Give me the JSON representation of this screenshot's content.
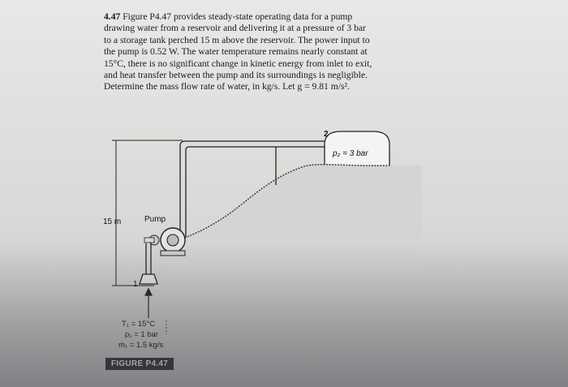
{
  "problem": {
    "number": "4.47",
    "lines": [
      "Figure P4.47 provides steady-state operating data for a pump",
      "drawing water from a reservoir and delivering it at a pressure of 3 bar",
      "to a storage tank perched 15 m above the reservoir. The power input to",
      "the pump is 0.52 W. The water temperature remains nearly constant at",
      "15°C, there is no significant change in kinetic energy from inlet to exit,",
      "and heat transfer between the pump and its surroundings is negligible.",
      "Determine the mass flow rate of water, in kg/s. Let g = 9.81 m/s²."
    ]
  },
  "figure": {
    "height_label": "15 m",
    "pump_label": "Pump",
    "state2_label": "2",
    "state1_label": "1",
    "exit_pressure": "p₂ = 3 bar",
    "inlet_temperature": "T₁ = 15°C",
    "inlet_pressure": "p₁ = 1 bar",
    "inlet_mass_flow": "ṁ₁ = 1.5 kg/s",
    "caption": "FIGURE P4.47"
  }
}
